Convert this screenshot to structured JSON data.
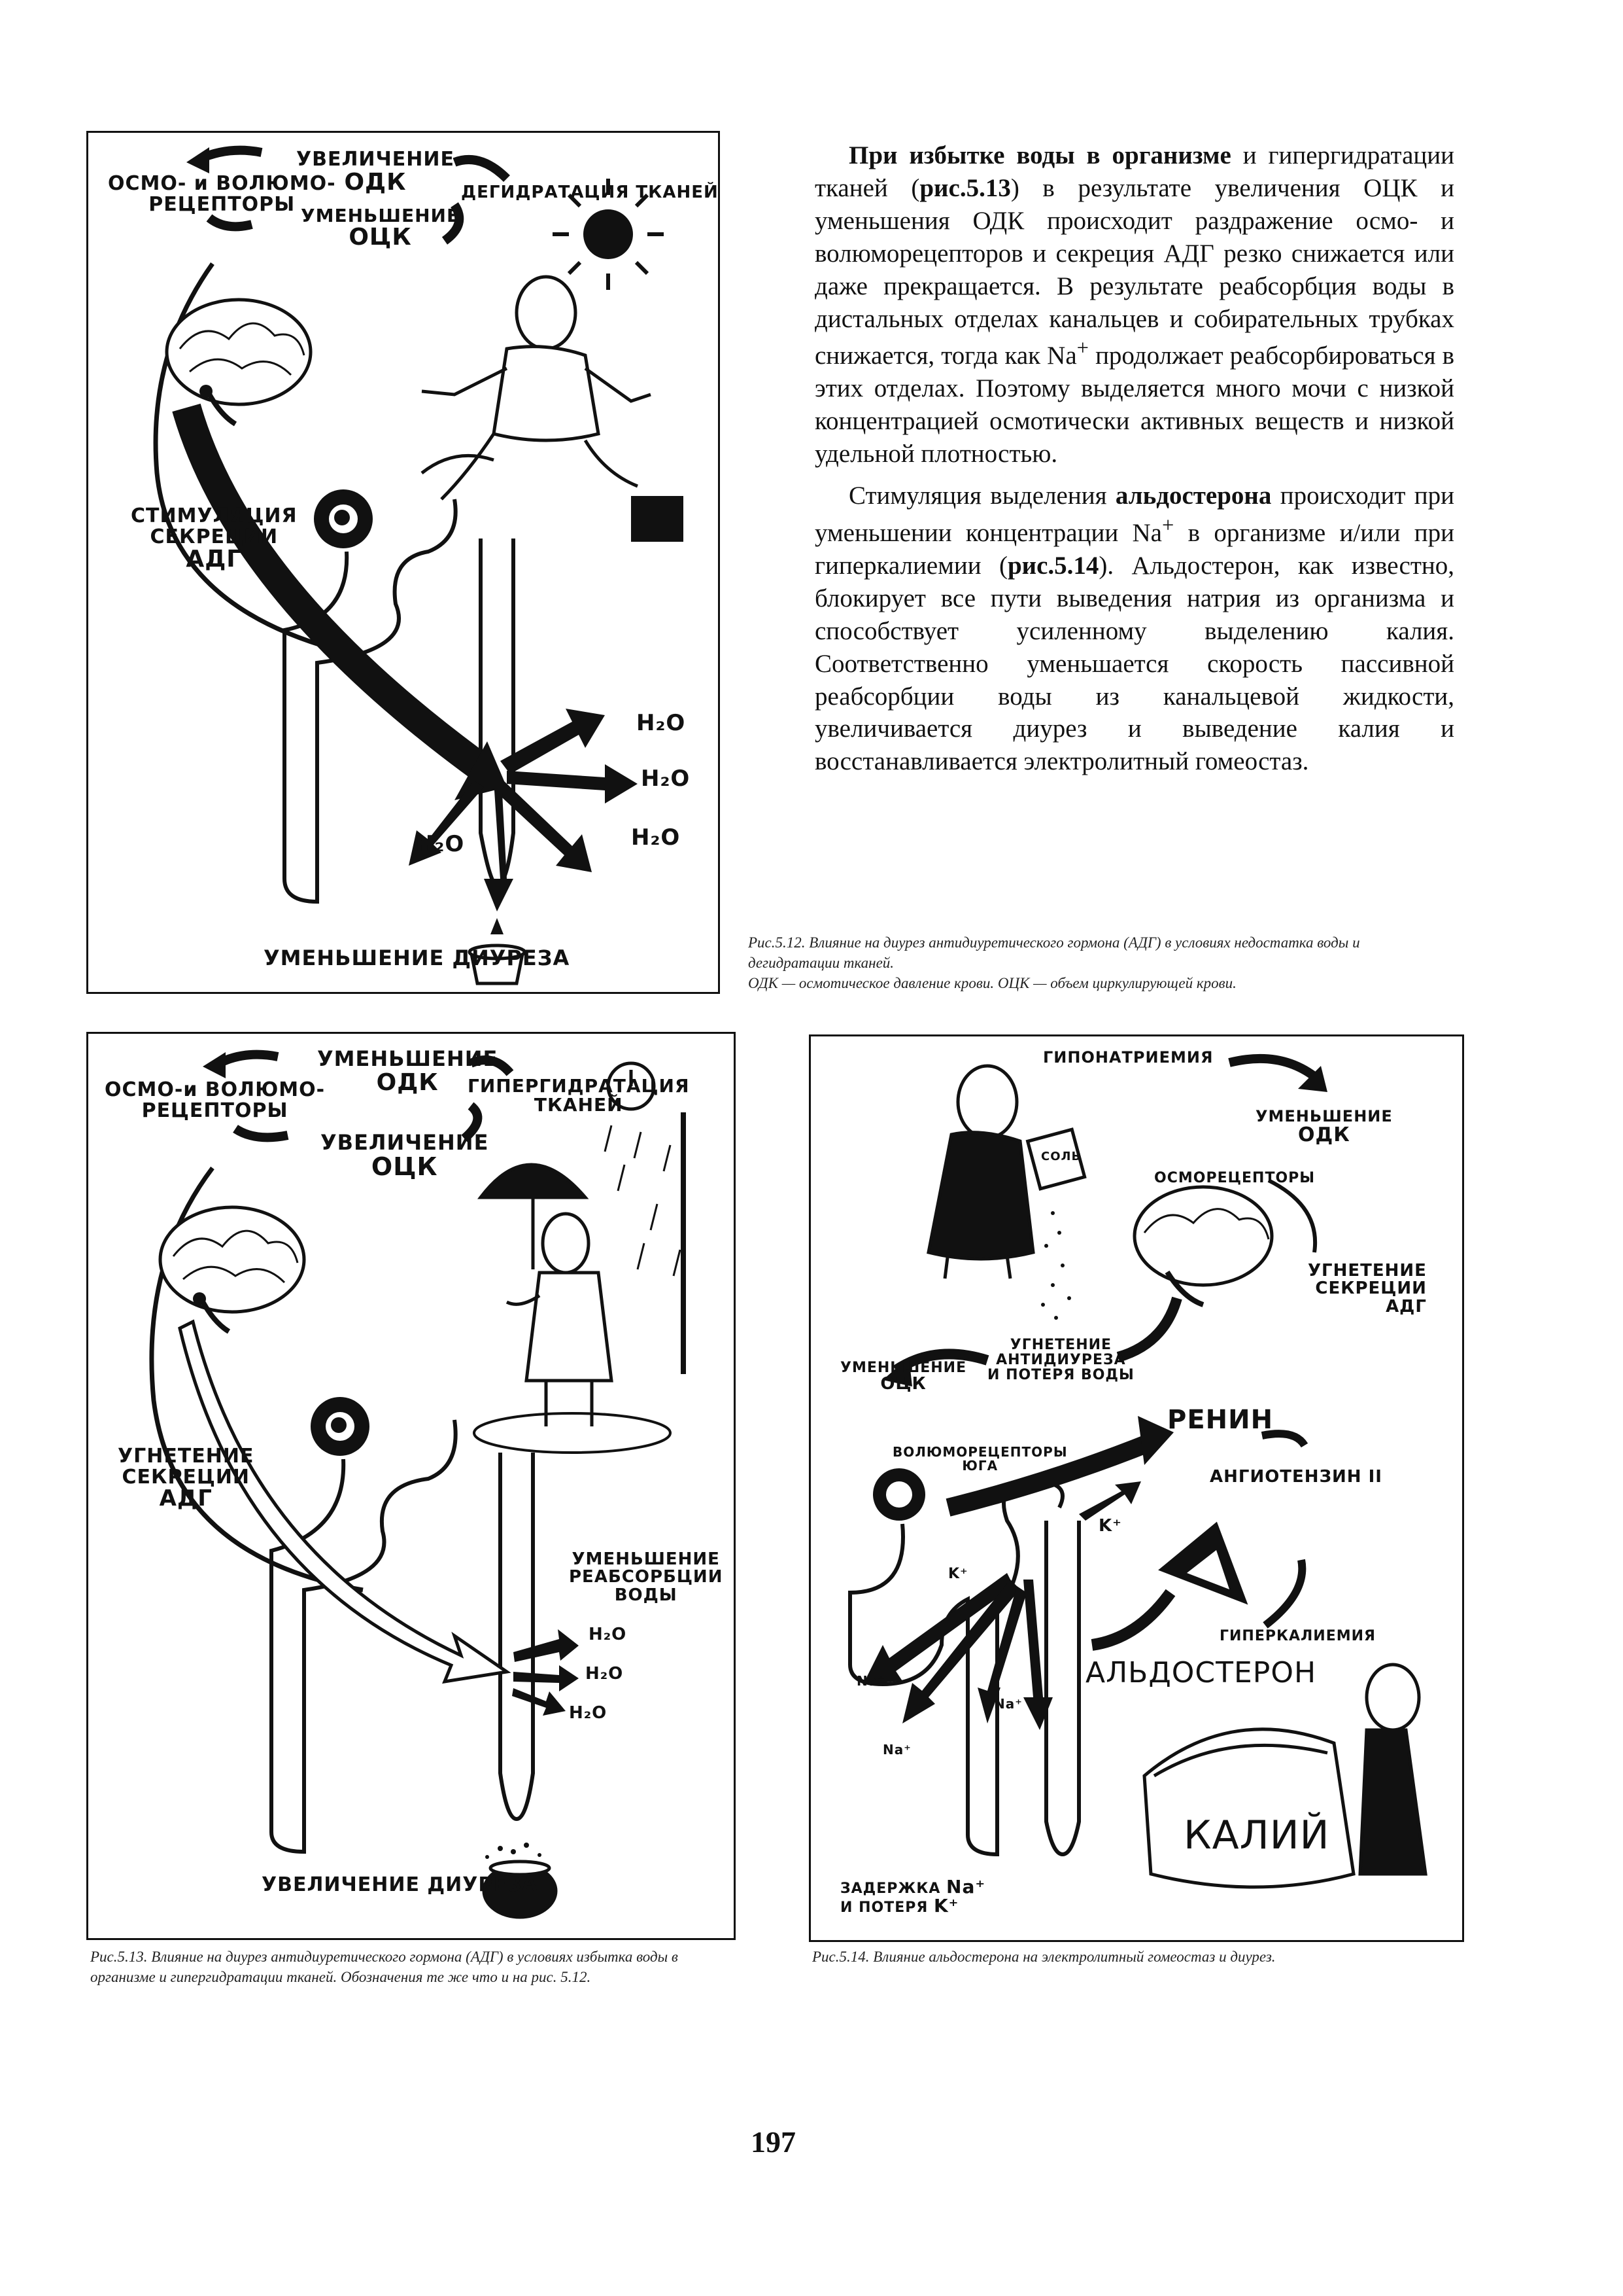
{
  "page_number": "197",
  "body_text": {
    "p1_lead": "При избытке воды в организме",
    "p1_a": " и гипергидратации тканей (",
    "p1_ref": "рис.5.13",
    "p1_b": ") в результате увеличения ОЦК и уменьшения ОДК происходит раздражение осмо- и волюморецепторов и секреция АДГ резко снижается или даже прекращается. В результате реабсорбция воды в дистальных отделах канальцев и собирательных трубках снижается, тогда как Na",
    "p1_sup": "+",
    "p1_c": " продолжает реабсорбироваться в этих отделах. Поэтому выделяется много мочи с низкой концентрацией осмотически активных веществ и низкой удельной плотностью.",
    "p2_a": "Стимуляция выделения ",
    "p2_bold": "альдостерона",
    "p2_b": " происходит при уменьшении концентрации Na",
    "p2_sup": "+",
    "p2_c": " в организме и/или при гиперкалиемии (",
    "p2_ref": "рис.5.14",
    "p2_d": "). Альдостерон, как известно, блокирует все пути выведения натрия из организма и способствует усиленному выделению калия. Соответственно уменьшается скорость пассивной реабсорбции воды из канальцевой жидкости, увеличивается диурез и выведение калия и восстанавливается электролитный гомеостаз."
  },
  "fig12": {
    "osmo": "ОСМО- и ВОЛЮМО-",
    "receptors": "РЕЦЕПТОРЫ",
    "increase": "УВЕЛИЧЕНИЕ",
    "odk": "ОДК",
    "decrease": "УМЕНЬШЕНИЕ",
    "ock": "ОЦК",
    "dehydration": "ДЕГИДРАТАЦИЯ ТКАНЕЙ",
    "stim1": "СТИМУЛЯЦИЯ",
    "stim2": "СЕКРЕЦИИ",
    "adg": "АДГ",
    "h2o": "H₂O",
    "diuresis": "УМЕНЬШЕНИЕ ДИУРЕЗА",
    "caption1": "Рис.5.12. Влияние на диурез антидиуретического гормона (АДГ) в условиях недостатка воды и дегидратации тканей.",
    "caption2": "ОДК — осмотическое давление крови. ОЦК — объем циркулирующей крови."
  },
  "fig13": {
    "osmo": "ОСМО-и ВОЛЮМО-",
    "receptors": "РЕЦЕПТОРЫ",
    "decrease": "УМЕНЬШЕНИЕ",
    "odk": "ОДК",
    "increase": "УВЕЛИЧЕНИЕ",
    "ock": "ОЦК",
    "hyper1": "ГИПЕРГИДРАТАЦИЯ",
    "hyper2": "ТКАНЕЙ",
    "inhib1": "УГНЕТЕНИЕ",
    "inhib2": "СЕКРЕЦИИ",
    "adg": "АДГ",
    "reabs1": "УМЕНЬШЕНИЕ",
    "reabs2": "РЕАБСОРБЦИИ",
    "reabs3": "ВОДЫ",
    "h2o": "H₂O",
    "diuresis": "УВЕЛИЧЕНИЕ ДИУРЕЗА",
    "caption": "Рис.5.13. Влияние на диурез антидиуретического гормона (АДГ) в условиях избытка воды в организме и гипергидратации тканей. Обозначения те же что и на рис. 5.12."
  },
  "fig14": {
    "hyponatremia": "ГИПОНАТРИЕМИЯ",
    "decrease": "УМЕНЬШЕНИЕ",
    "odk": "ОДК",
    "osmoreceptors": "ОСМОРЕЦЕПТОРЫ",
    "inhib1": "УГНЕТЕНИЕ",
    "inhib2": "СЕКРЕЦИИ",
    "adg": "АДГ",
    "dec_ock1": "УМЕНЬШЕНИЕ",
    "dec_ock2": "ОЦК",
    "anti1": "УГНЕТЕНИЕ",
    "anti2": "АНТИДИУРЕЗА",
    "anti3": "И ПОТЕРЯ ВОДЫ",
    "volumo": "ВОЛЮМОРЕЦЕПТОРЫ",
    "yuga": "ЮГА",
    "renin": "РЕНИН",
    "angiotensin": "АНГИОТЕНЗИН II",
    "hyperkalemia": "ГИПЕРКАЛИЕМИЯ",
    "aldosterone": "АЛЬДОСТЕРОН",
    "salt": "СОЛЬ",
    "kalii": "КАЛИЙ",
    "k": "K⁺",
    "na": "Na⁺",
    "retention1": "ЗАДЕРЖКА",
    "retention2": "И ПОТЕРЯ",
    "caption": "Рис.5.14. Влияние альдостерона на электролитный гомеостаз и диурез."
  }
}
